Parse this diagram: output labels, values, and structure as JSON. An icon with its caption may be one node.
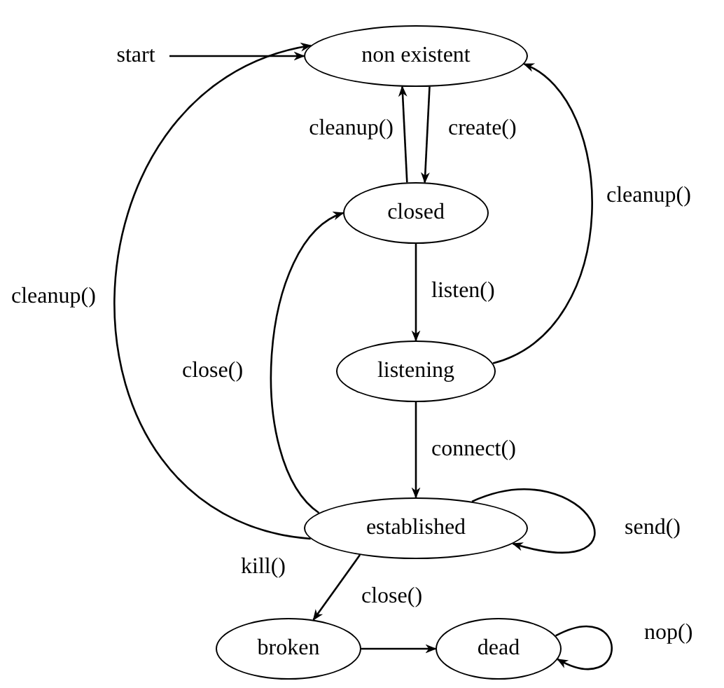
{
  "diagram": {
    "nodes": [
      {
        "text": [
          "start"
        ]
      },
      {
        "text": [
          "non existent"
        ]
      },
      {
        "text": [
          "closed"
        ]
      },
      {
        "text": [
          "listening"
        ]
      },
      {
        "text": [
          "established"
        ]
      },
      {
        "text": [
          "broken"
        ]
      },
      {
        "text": [
          "dead"
        ]
      }
    ],
    "edges": [
      {
        "from": 0,
        "to": 1,
        "arrow": "to"
      },
      {
        "from": 2,
        "to": 1,
        "label": "cleanup()",
        "arrow": "to"
      },
      {
        "from": 1,
        "to": 2,
        "label": "create()",
        "arrow": "to"
      },
      {
        "from": 2,
        "to": 3,
        "label": "listen()",
        "arrow": "to"
      },
      {
        "from": 3,
        "to": 1,
        "label": "cleanup()",
        "arrow": "to"
      },
      {
        "from": 3,
        "to": 4,
        "label": "connect()",
        "arrow": "to"
      },
      {
        "from": 4,
        "to": 1,
        "label": "cleanup()",
        "arrow": "to"
      },
      {
        "from": 4,
        "to": 2,
        "label": "close()",
        "arrow": "to"
      },
      {
        "from": 4,
        "to": 4,
        "label": "send()",
        "arrow": "to"
      },
      {
        "from": 4,
        "to": 5,
        "label": "kill()",
        "arrow": "to"
      },
      {
        "from": 5,
        "to": 6,
        "label": "close()",
        "arrow": "to"
      },
      {
        "from": 6,
        "to": 6,
        "label": "nop()",
        "arrow": "to"
      }
    ]
  }
}
